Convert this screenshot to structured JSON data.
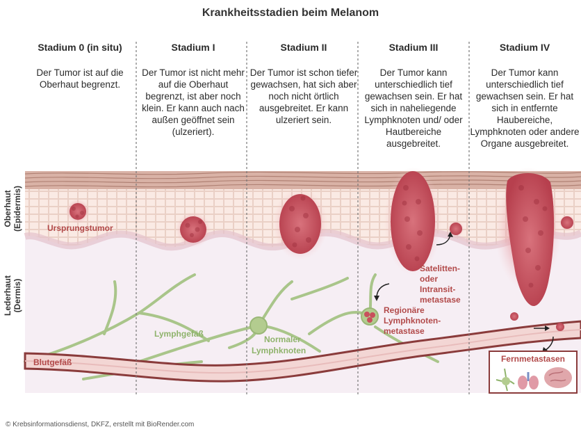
{
  "title": "Krankheitsstadien beim Melanom",
  "stages": [
    {
      "name": "Stadium 0 (in situ)",
      "description": "Der Tumor ist auf die Oberhaut begrenzt."
    },
    {
      "name": "Stadium I",
      "description": "Der Tumor ist nicht mehr auf die Oberhaut begrenzt, ist aber noch klein. Er kann auch nach außen geöffnet sein (ulzeriert)."
    },
    {
      "name": "Stadium II",
      "description": "Der Tumor ist schon tiefer gewachsen, hat sich aber noch nicht örtlich ausgebreitet. Er kann ulzeriert sein."
    },
    {
      "name": "Stadium III",
      "description": "Der Tumor kann unterschiedlich tief gewachsen sein. Er hat sich in naheliegende Lymphknoten und/ oder Hautbereiche ausgebreitet."
    },
    {
      "name": "Stadium IV",
      "description": "Der Tumor kann unterschiedlich tief gewachsen sein. Er hat sich in entfernte Haubereiche, Lymphknoten oder andere Organe ausgebreitet."
    }
  ],
  "layers": {
    "epidermis_1": "Oberhaut",
    "epidermis_2": "(Epidermis)",
    "dermis_1": "Lederhaut",
    "dermis_2": "(Dermis)"
  },
  "labels": {
    "primary_tumor": "Ursprungstumor",
    "lymph_vessel": "Lymphgefäß",
    "normal_node_1": "Normaler",
    "normal_node_2": "Lymphknoten",
    "blood_vessel": "Blutgefäß",
    "satellite_1": "Satelitten-",
    "satellite_2": "oder",
    "satellite_3": "Intransit-",
    "satellite_4": "metastase",
    "regional_1": "Regionäre",
    "regional_2": "Lymphknoten-",
    "regional_3": "metastase",
    "distant": "Fernmetastasen"
  },
  "credit": "© Krebsinformationsdienst, DKFZ, erstellt mit BioRender.com",
  "colors": {
    "tumor": "#c8505c",
    "lymph": "#a9c58a",
    "vessel": "#f3d6d4",
    "vessel_border": "#8a3b3b",
    "label_red": "#b24a4a",
    "label_green": "#8fb36c"
  }
}
